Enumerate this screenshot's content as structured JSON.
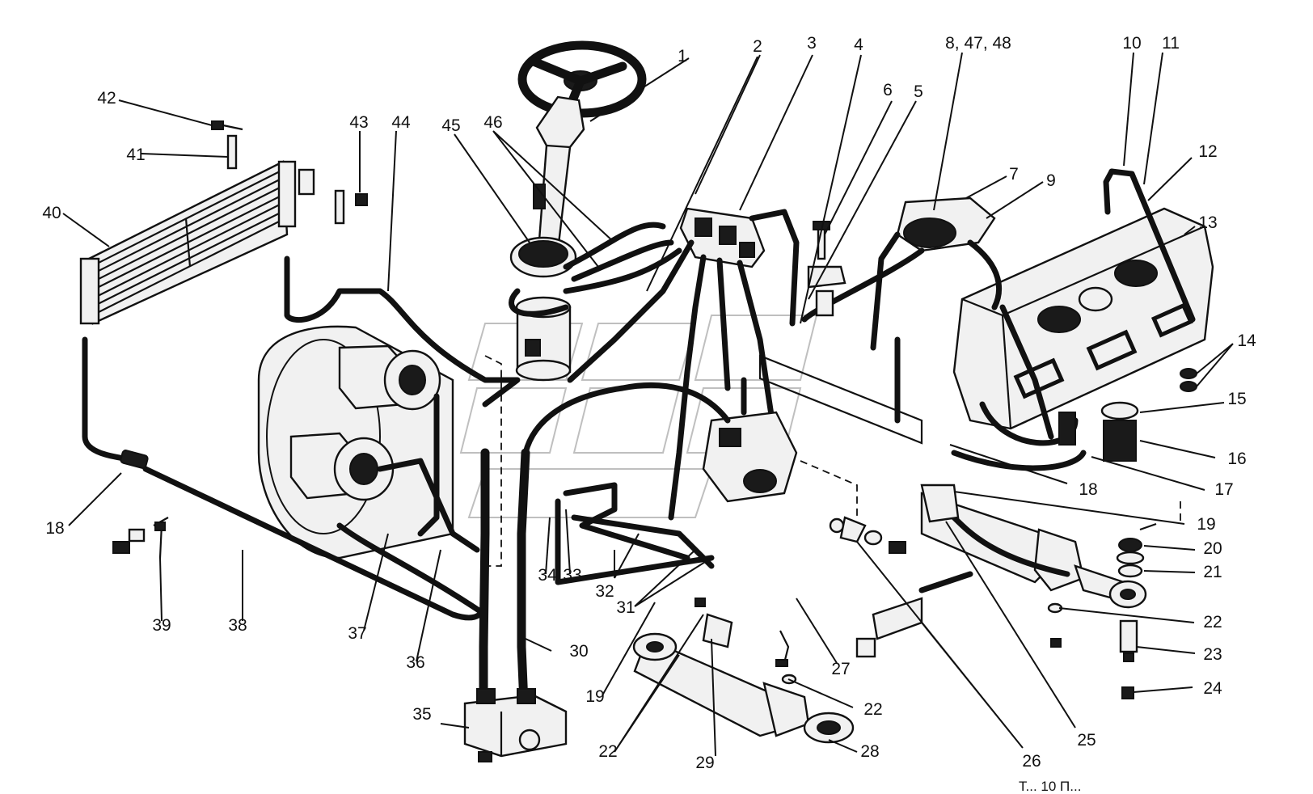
{
  "figure": {
    "footer": "Т... 10 П..."
  },
  "callouts": [
    {
      "id": "c1",
      "label": "1"
    },
    {
      "id": "c2",
      "label": "2"
    },
    {
      "id": "c3",
      "label": "3"
    },
    {
      "id": "c4",
      "label": "4"
    },
    {
      "id": "c5",
      "label": "5"
    },
    {
      "id": "c6",
      "label": "6"
    },
    {
      "id": "c7",
      "label": "7"
    },
    {
      "id": "c8",
      "label": "8, 47, 48"
    },
    {
      "id": "c9",
      "label": "9"
    },
    {
      "id": "c10",
      "label": "10"
    },
    {
      "id": "c11",
      "label": "11"
    },
    {
      "id": "c12",
      "label": "12"
    },
    {
      "id": "c13",
      "label": "13"
    },
    {
      "id": "c14",
      "label": "14"
    },
    {
      "id": "c15",
      "label": "15"
    },
    {
      "id": "c16",
      "label": "16"
    },
    {
      "id": "c17",
      "label": "17"
    },
    {
      "id": "c18r",
      "label": "18"
    },
    {
      "id": "c19r",
      "label": "19"
    },
    {
      "id": "c20",
      "label": "20"
    },
    {
      "id": "c21",
      "label": "21"
    },
    {
      "id": "c22r",
      "label": "22"
    },
    {
      "id": "c23",
      "label": "23"
    },
    {
      "id": "c24",
      "label": "24"
    },
    {
      "id": "c25",
      "label": "25"
    },
    {
      "id": "c26",
      "label": "26"
    },
    {
      "id": "c27",
      "label": "27"
    },
    {
      "id": "c22m",
      "label": "22"
    },
    {
      "id": "c28",
      "label": "28"
    },
    {
      "id": "c29",
      "label": "29"
    },
    {
      "id": "c22b",
      "label": "22"
    },
    {
      "id": "c19b",
      "label": "19"
    },
    {
      "id": "c30",
      "label": "30"
    },
    {
      "id": "c31",
      "label": "31"
    },
    {
      "id": "c32",
      "label": "32"
    },
    {
      "id": "c33",
      "label": "33"
    },
    {
      "id": "c34",
      "label": "34"
    },
    {
      "id": "c35",
      "label": "35"
    },
    {
      "id": "c36",
      "label": "36"
    },
    {
      "id": "c37",
      "label": "37"
    },
    {
      "id": "c38",
      "label": "38"
    },
    {
      "id": "c39",
      "label": "39"
    },
    {
      "id": "c18l",
      "label": "18"
    },
    {
      "id": "c40",
      "label": "40"
    },
    {
      "id": "c41",
      "label": "41"
    },
    {
      "id": "c42",
      "label": "42"
    },
    {
      "id": "c43",
      "label": "43"
    },
    {
      "id": "c44",
      "label": "44"
    },
    {
      "id": "c45",
      "label": "45"
    },
    {
      "id": "c46",
      "label": "46"
    }
  ]
}
